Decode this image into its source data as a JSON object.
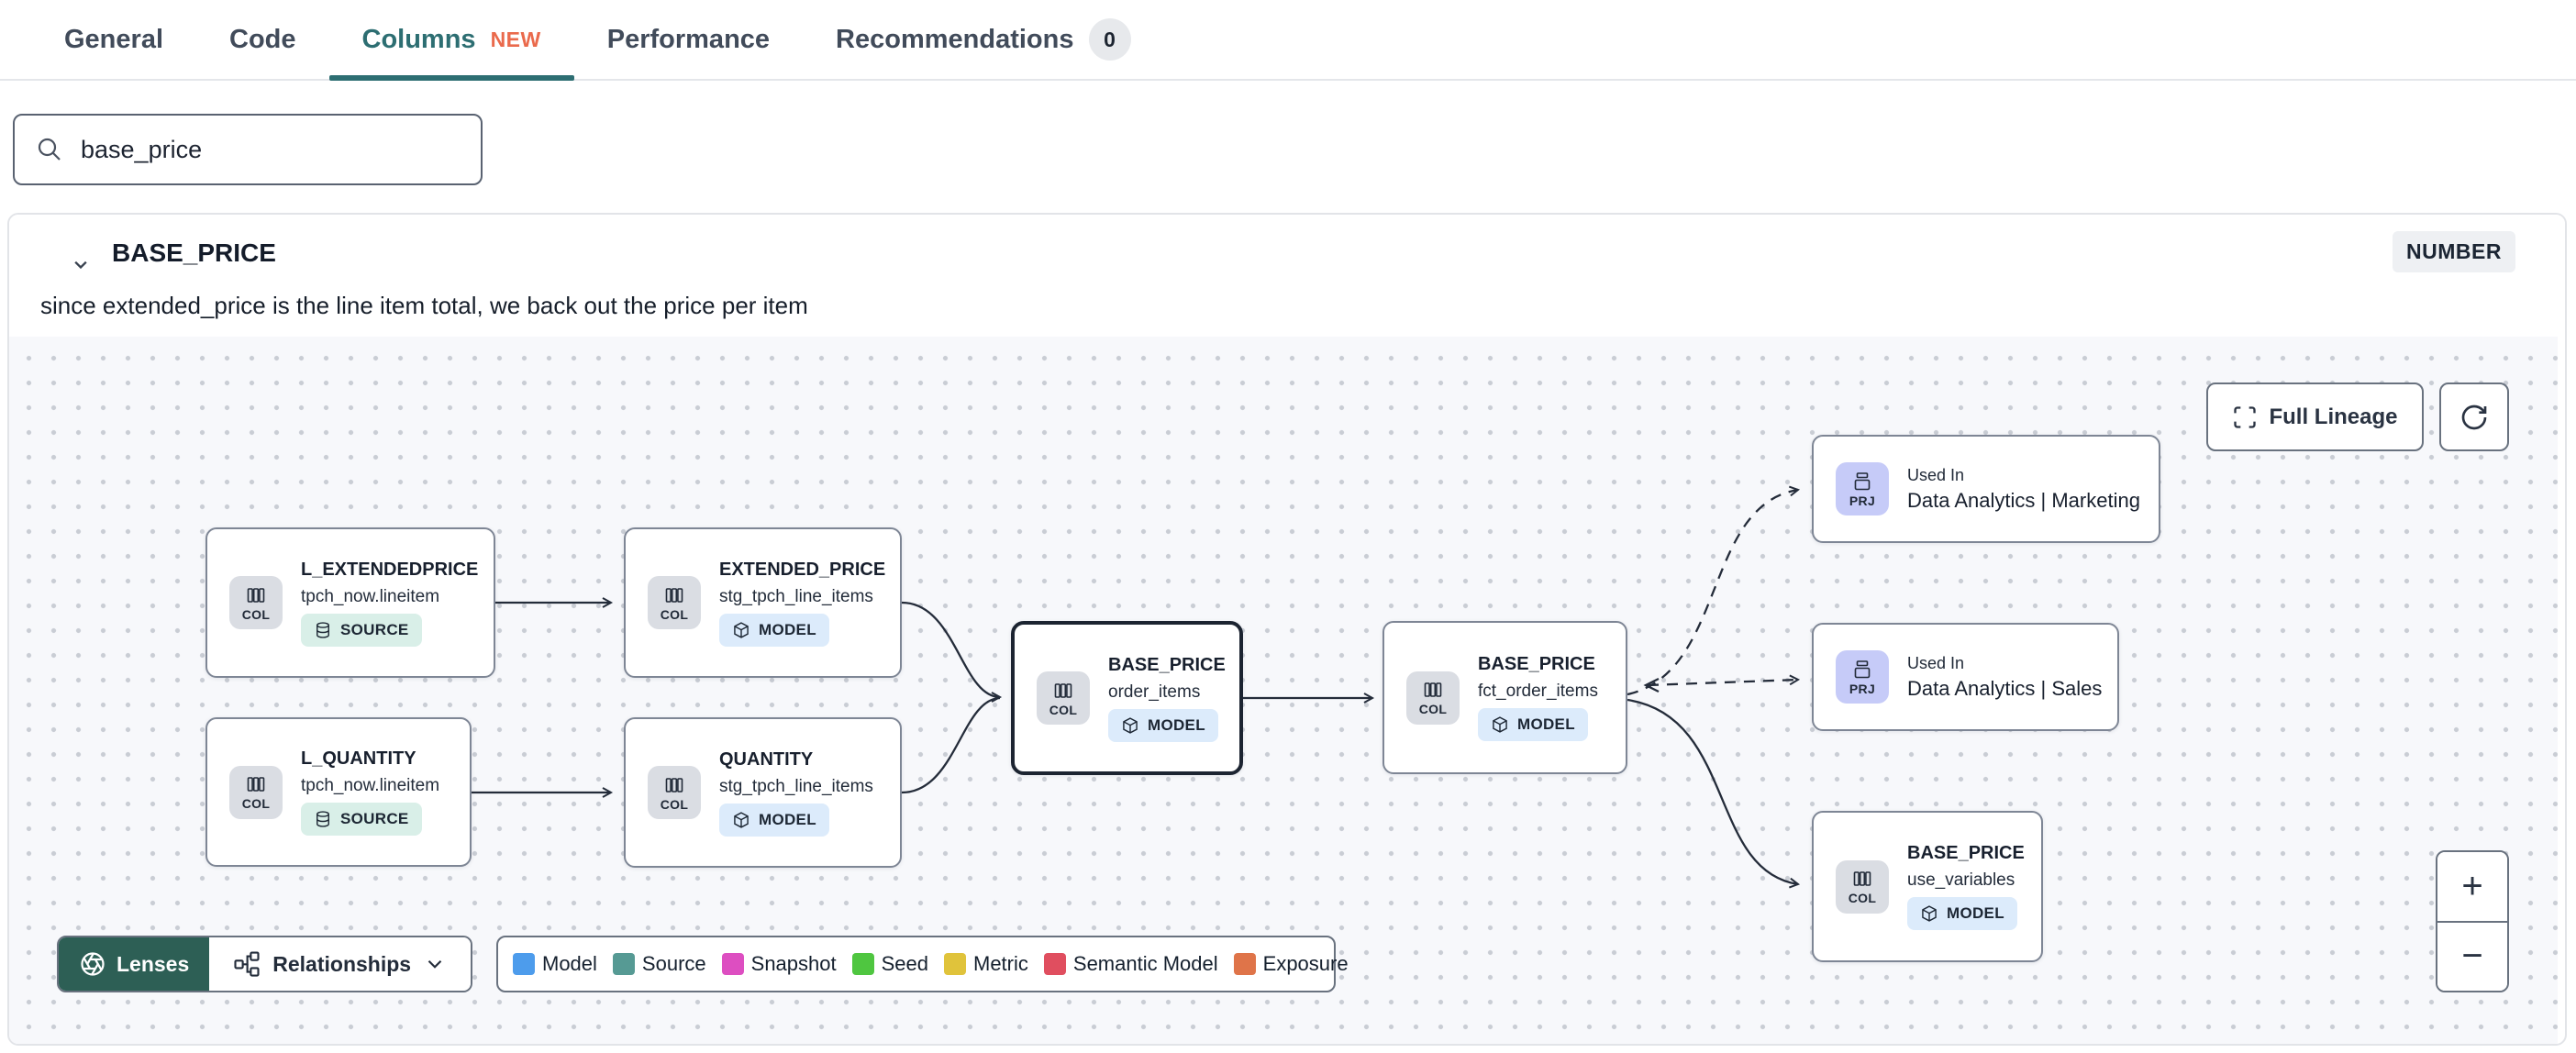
{
  "colors": {
    "active_tab_teal": "#2d6e72",
    "new_badge_orange": "#ea6a4c",
    "lenses_button_green": "#2d5f55",
    "edge_dark": "#242c3a",
    "source_badge_bg": "#d9efe8",
    "model_badge_bg": "#dcebfb",
    "col_chip_bg": "#dadde3",
    "prj_chip_bg": "#c6cbf8"
  },
  "tabs": {
    "general": "General",
    "code": "Code",
    "columns": "Columns",
    "columns_badge": "NEW",
    "performance": "Performance",
    "recommendations": "Recommendations",
    "recommendations_count": "0"
  },
  "search": {
    "value": "base_price"
  },
  "column_card": {
    "title": "BASE_PRICE",
    "type_badge": "NUMBER",
    "description": "since extended_price is the line item total, we back out the price per item"
  },
  "lineage": {
    "full_lineage_label": "Full Lineage",
    "zoom_in": "+",
    "zoom_out": "−",
    "toolbar": {
      "lenses": "Lenses",
      "relationships": "Relationships"
    },
    "legend": [
      {
        "label": "Model",
        "color": "#4d9cec"
      },
      {
        "label": "Source",
        "color": "#569a94"
      },
      {
        "label": "Snapshot",
        "color": "#dd4ec1"
      },
      {
        "label": "Seed",
        "color": "#4fc640"
      },
      {
        "label": "Metric",
        "color": "#e0c33b"
      },
      {
        "label": "Semantic Model",
        "color": "#e04e5f"
      },
      {
        "label": "Exposure",
        "color": "#df7449"
      }
    ],
    "nodes": [
      {
        "chip": "COL",
        "title": "L_EXTENDEDPRICE",
        "subtitle": "tpch_now.lineitem",
        "badge": "SOURCE"
      },
      {
        "chip": "COL",
        "title": "EXTENDED_PRICE",
        "subtitle": "stg_tpch_line_items",
        "badge": "MODEL"
      },
      {
        "chip": "COL",
        "title": "L_QUANTITY",
        "subtitle": "tpch_now.lineitem",
        "badge": "SOURCE"
      },
      {
        "chip": "COL",
        "title": "QUANTITY",
        "subtitle": "stg_tpch_line_items",
        "badge": "MODEL"
      },
      {
        "chip": "COL",
        "title": "BASE_PRICE",
        "subtitle": "order_items",
        "badge": "MODEL"
      },
      {
        "chip": "COL",
        "title": "BASE_PRICE",
        "subtitle": "fct_order_items",
        "badge": "MODEL"
      },
      {
        "chip": "PRJ",
        "label": "Used In",
        "title": "Data Analytics | Marketing"
      },
      {
        "chip": "PRJ",
        "label": "Used In",
        "title": "Data Analytics | Sales"
      },
      {
        "chip": "COL",
        "title": "BASE_PRICE",
        "subtitle": "use_variables",
        "badge": "MODEL"
      }
    ]
  }
}
